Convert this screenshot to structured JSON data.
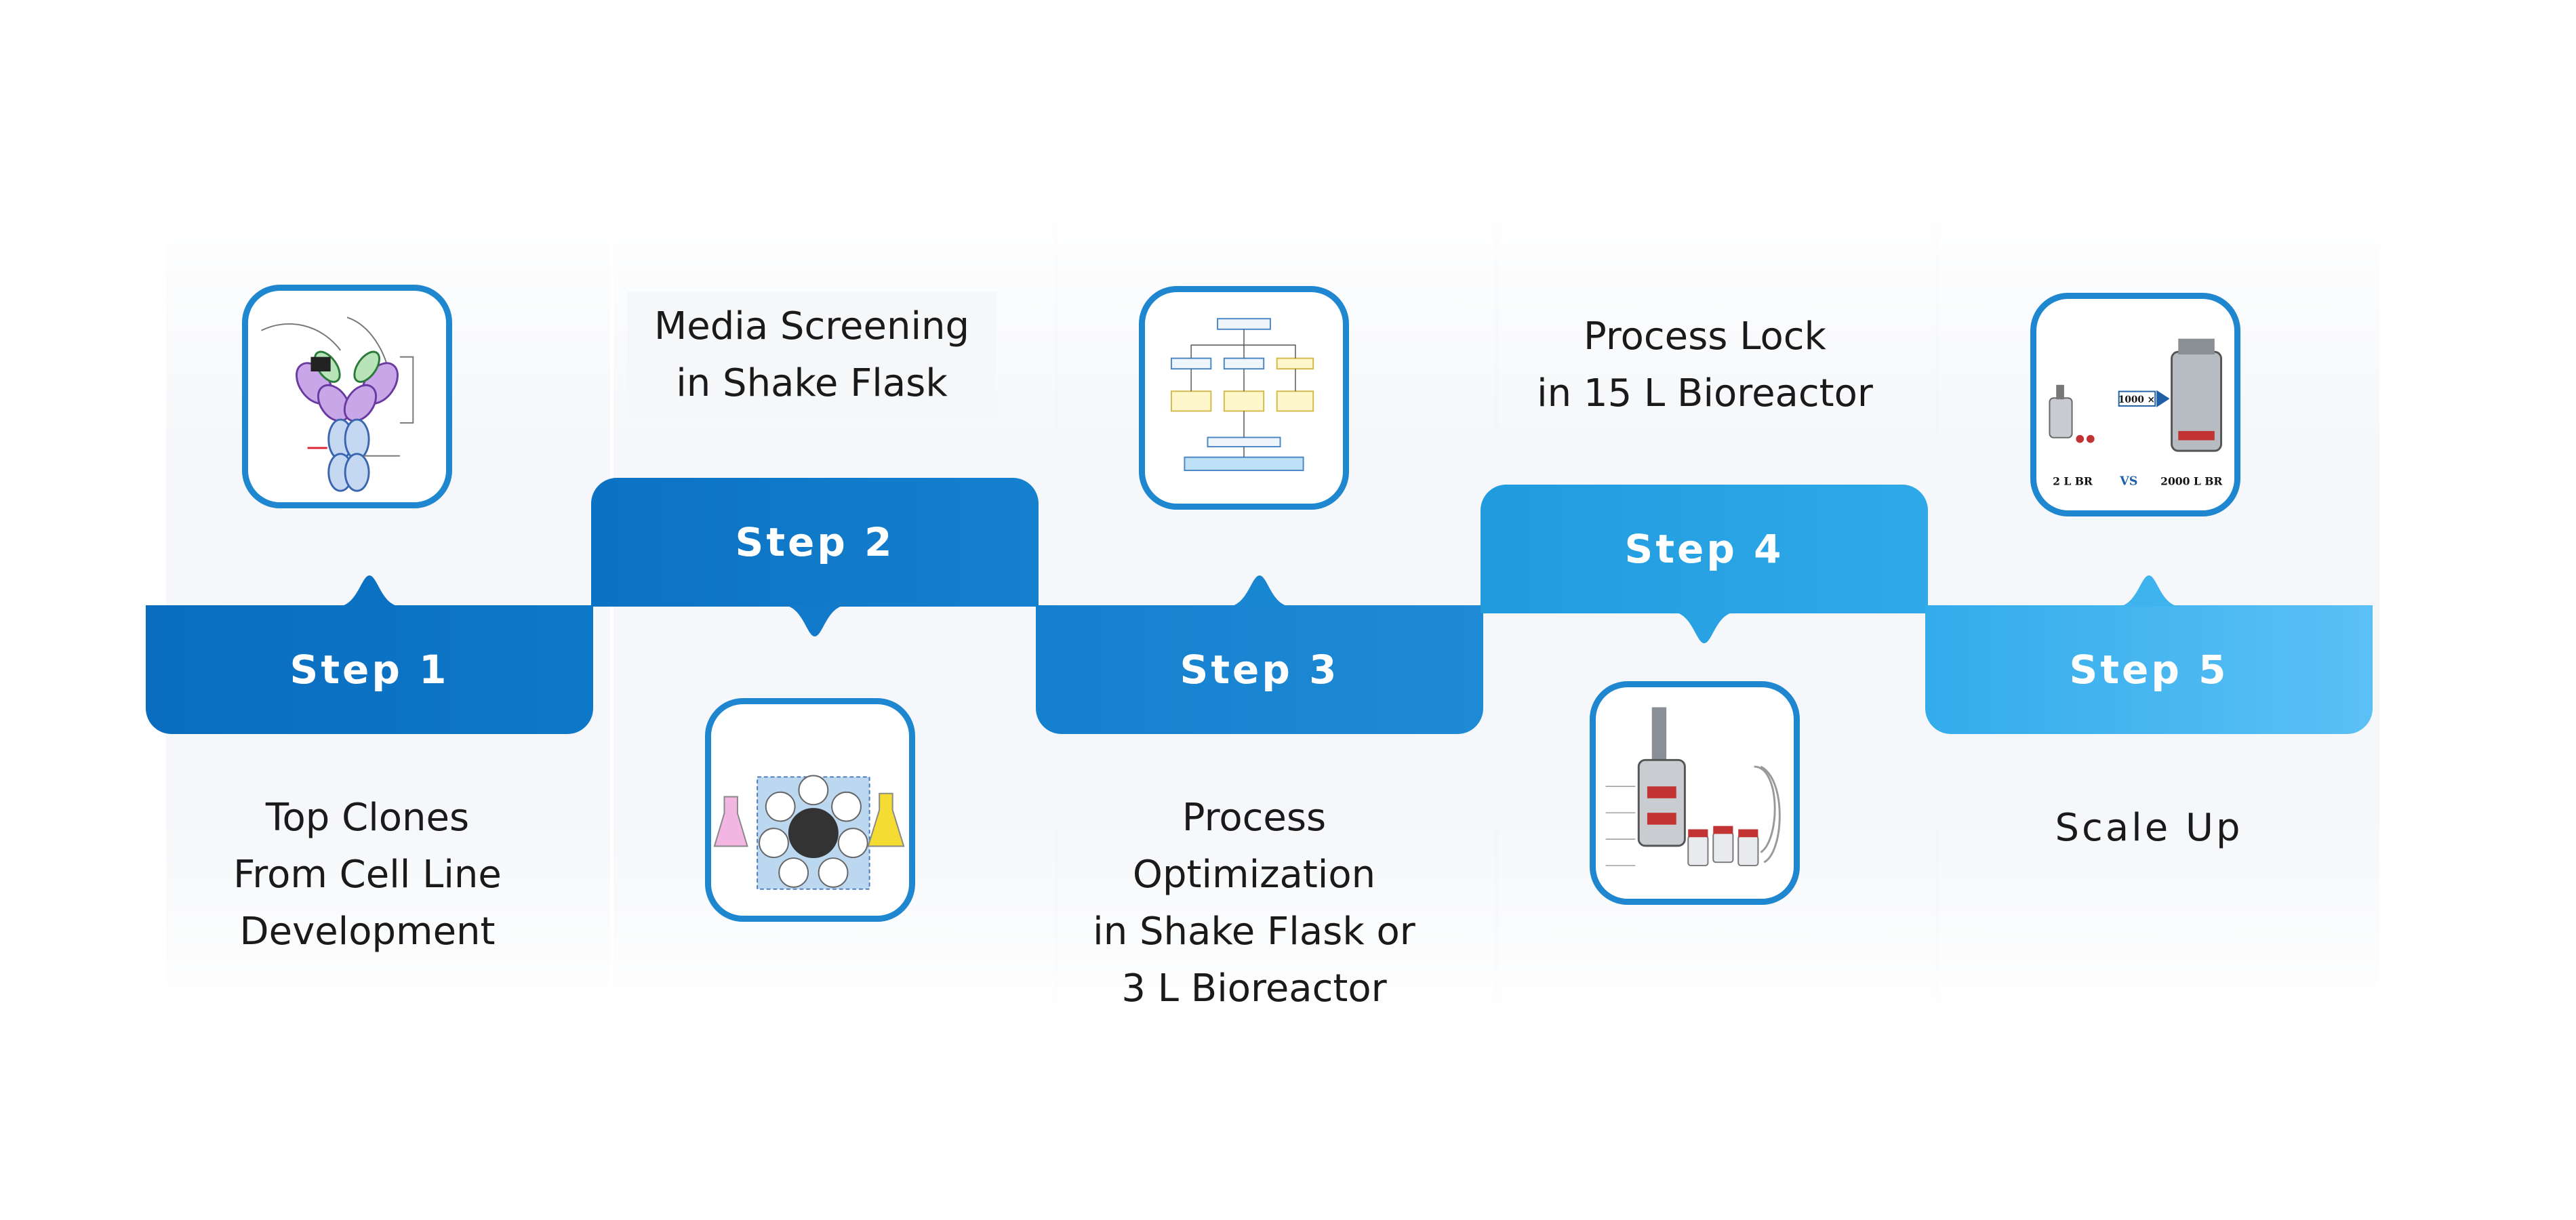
{
  "steps": [
    {
      "label": "Step 1",
      "caption": [
        "Top Clones",
        "From Cell Line",
        "Development"
      ],
      "image_icon": "antibody-structure-icon"
    },
    {
      "label": "Step 2",
      "caption": [
        "Media Screening",
        "in Shake Flask"
      ],
      "image_icon": "media-formulation-library-icon"
    },
    {
      "label": "Step 3",
      "caption": [
        "Process",
        "Optimization",
        "in Shake Flask or",
        "3 L Bioreactor"
      ],
      "image_icon": "optimization-flowchart-icon"
    },
    {
      "label": "Step 4",
      "caption": [
        "Process Lock",
        "in 15 L Bioreactor"
      ],
      "image_icon": "bioreactor-icon"
    },
    {
      "label": "Step 5",
      "caption": [
        "Scale Up"
      ],
      "image_icon": "scale-up-comparison-icon"
    }
  ],
  "images": {
    "scale_up": {
      "left_label": "2 L BR",
      "vs_label": "VS",
      "right_label": "2000 L BR",
      "arrow_label": "1000 ×"
    }
  },
  "colors": {
    "blue_dark": "#0a6fc2",
    "blue_mid": "#1f8bd6",
    "blue_light": "#5bc0f5",
    "frame": "#1f86d0",
    "text": "#1a1a1a"
  }
}
